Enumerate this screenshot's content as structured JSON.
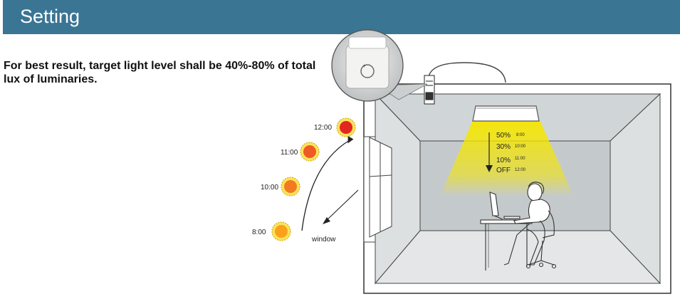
{
  "header": {
    "title": "Setting"
  },
  "intro": {
    "text": "For best result, target light level shall be 40%-80% of total lux of luminaries."
  },
  "sun_positions": [
    {
      "time": "8:00",
      "color": "#f9a11b"
    },
    {
      "time": "10:00",
      "color": "#f27a21"
    },
    {
      "time": "11:00",
      "color": "#ee5b25"
    },
    {
      "time": "12:00",
      "color": "#e3261f"
    }
  ],
  "window_label": "window",
  "dimming_steps": [
    {
      "level": "50%",
      "time": "8:00"
    },
    {
      "level": "30%",
      "time": "10:00"
    },
    {
      "level": "10%",
      "time": "11:00"
    },
    {
      "level": "OFF",
      "time": "12:00"
    }
  ],
  "colors": {
    "header": "#3a7593",
    "light_beam": "#f5e600",
    "wall": "#d7dadb",
    "back_wall": "#c4cacc"
  }
}
